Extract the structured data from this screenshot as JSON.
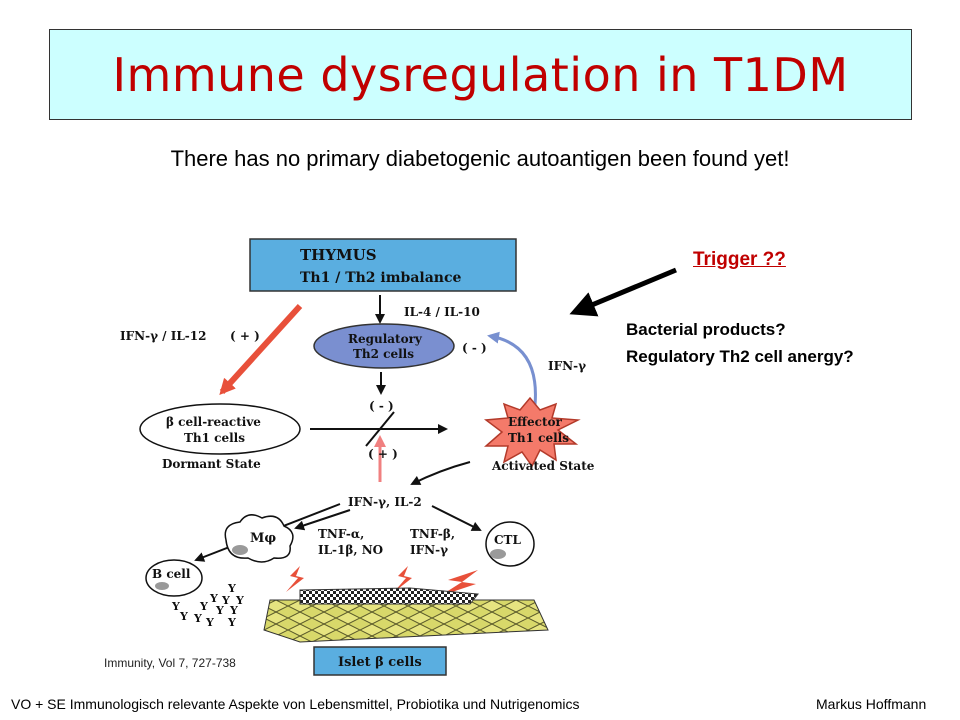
{
  "slide": {
    "title": "Immune dysregulation in T1DM",
    "subtitle": "There has no primary diabetogenic autoantigen been found yet!",
    "trigger_label": "Trigger ??",
    "causes": [
      "Bacterial products?",
      "Regulatory Th2 cell anergy?"
    ],
    "citation": "Immunity, Vol 7, 727-738",
    "footer_left": "VO + SE Immunologisch relevante Aspekte von Lebensmittel, Probiotika und Nutrigenomics",
    "footer_right": "Markus Hoffmann"
  },
  "diagram": {
    "thymus_line1": "THYMUS",
    "thymus_line2": "Th1 / Th2 imbalance",
    "il4_il10": "IL-4 / IL-10",
    "ifn_il12": "IFN-γ / IL-12",
    "plus_left": "( + )",
    "regulatory_line1": "Regulatory",
    "regulatory_line2": "Th2 cells",
    "minus_right": "( - )",
    "ifn_gamma": "IFN-γ",
    "minus_mid": "( - )",
    "beta_line1": "β cell-reactive",
    "beta_line2": "Th1 cells",
    "dormant_state": "Dormant State",
    "effector_line1": "Effector",
    "effector_line2": "Th1 cells",
    "activated_state": "Activated State",
    "plus_mid": "( + )",
    "ifn_il2": "IFN-γ, IL-2",
    "mphi": "Mφ",
    "tnf_left_line1": "TNF-α,",
    "tnf_left_line2": "IL-1β, NO",
    "tnf_right_line1": "TNF-β,",
    "tnf_right_line2": "IFN-γ",
    "ctl": "CTL",
    "b_cell": "B cell",
    "antibody_glyphs": [
      "Y",
      "Y",
      "Y",
      "Y",
      "Y",
      "Y",
      "Y",
      "Y",
      "Y",
      "Y",
      "Y",
      "Y"
    ],
    "islet": "Islet β cells"
  },
  "colors": {
    "title_text": "#c00000",
    "title_bg": "#ccffff",
    "thymus_fill": "#5aaee0",
    "regulatory_fill": "#7a8fd0",
    "effector_fill": "#f47a6a",
    "islet_fill": "#d8d86a",
    "red_arrow": "#e8503a",
    "pink_arrow": "#f08080",
    "blue_arrow": "#7890d0"
  }
}
